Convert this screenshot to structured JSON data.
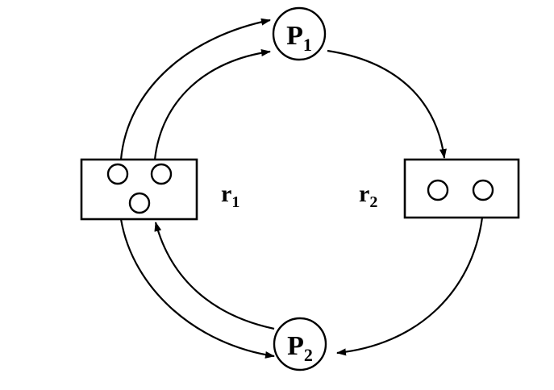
{
  "processes": [
    {
      "id": "p1",
      "letter": "P",
      "subscript": "1"
    },
    {
      "id": "p2",
      "letter": "P",
      "subscript": "2"
    }
  ],
  "resources": [
    {
      "id": "r1",
      "letter": "r",
      "subscript": "1",
      "instances": 3
    },
    {
      "id": "r2",
      "letter": "r",
      "subscript": "2",
      "instances": 2
    }
  ],
  "colors": {
    "stroke": "#000000",
    "background": "#ffffff"
  }
}
